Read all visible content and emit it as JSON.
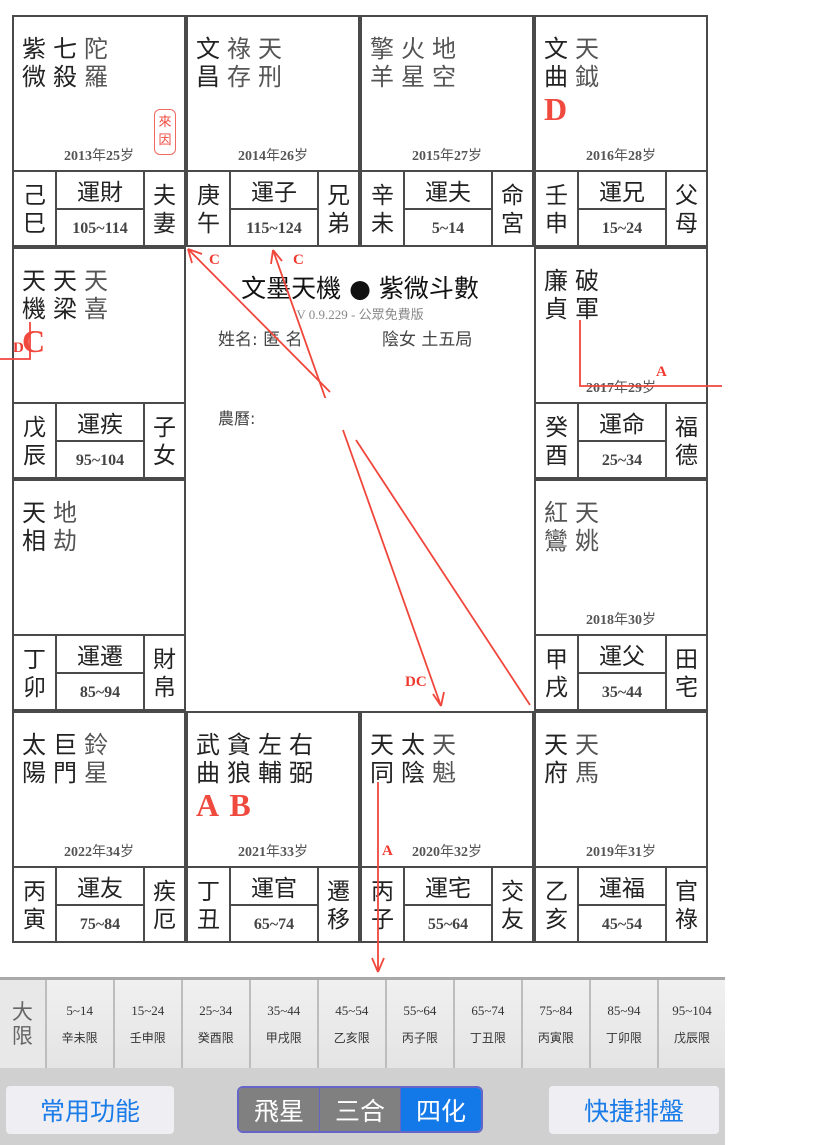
{
  "app": {
    "title": "文墨天機 ● 紫微斗數",
    "version": "V 0.9.229 - ",
    "edition": "公眾免費版",
    "name_label": "姓名: 匿 名",
    "gender_bureau": "陰女 土五局",
    "lunar_label": "農曆:"
  },
  "palaces": {
    "si": {
      "stars_major": [
        [
          "紫",
          "微"
        ],
        [
          "七",
          "殺"
        ]
      ],
      "stars_minor": [
        [
          "陀",
          "羅"
        ]
      ],
      "marks": "",
      "year": "2013",
      "age": "25",
      "stem": [
        "己",
        "巳"
      ],
      "yun": "運財",
      "range": "105~114",
      "palace": [
        "夫",
        "妻"
      ],
      "seal": [
        "來",
        "因"
      ]
    },
    "wu": {
      "stars_major": [
        [
          "文",
          "昌"
        ]
      ],
      "stars_minor": [
        [
          "祿",
          "存"
        ],
        [
          "天",
          "刑"
        ]
      ],
      "marks": "",
      "year": "2014",
      "age": "26",
      "stem": [
        "庚",
        "午"
      ],
      "yun": "運子",
      "range": "115~124",
      "palace": [
        "兄",
        "弟"
      ]
    },
    "wei": {
      "stars_major": [],
      "stars_minor": [
        [
          "擎",
          "羊"
        ],
        [
          "火",
          "星"
        ],
        [
          "地",
          "空"
        ]
      ],
      "marks": "",
      "year": "2015",
      "age": "27",
      "stem": [
        "辛",
        "未"
      ],
      "yun": "運夫",
      "range": "5~14",
      "palace": [
        "命",
        "宮"
      ]
    },
    "shen": {
      "stars_major": [
        [
          "文",
          "曲"
        ]
      ],
      "stars_minor": [
        [
          "天",
          "鉞"
        ]
      ],
      "marks": "D",
      "year": "2016",
      "age": "28",
      "stem": [
        "壬",
        "申"
      ],
      "yun": "運兄",
      "range": "15~24",
      "palace": [
        "父",
        "母"
      ]
    },
    "chen": {
      "stars_major": [
        [
          "天",
          "機"
        ],
        [
          "天",
          "梁"
        ]
      ],
      "stars_minor": [
        [
          "天",
          "喜"
        ]
      ],
      "marks": "C",
      "year": "",
      "age": "",
      "stem": [
        "戊",
        "辰"
      ],
      "yun": "運疾",
      "range": "95~104",
      "palace": [
        "子",
        "女"
      ]
    },
    "you": {
      "stars_major": [
        [
          "廉",
          "貞"
        ],
        [
          "破",
          "軍"
        ]
      ],
      "stars_minor": [],
      "marks": "",
      "year": "2017",
      "age": "29",
      "stem": [
        "癸",
        "酉"
      ],
      "yun": "運命",
      "range": "25~34",
      "palace": [
        "福",
        "德"
      ]
    },
    "mao": {
      "stars_major": [
        [
          "天",
          "相"
        ]
      ],
      "stars_minor": [
        [
          "地",
          "劫"
        ]
      ],
      "marks": "",
      "year": "",
      "age": "",
      "stem": [
        "丁",
        "卯"
      ],
      "yun": "運遷",
      "range": "85~94",
      "palace": [
        "財",
        "帛"
      ]
    },
    "xu": {
      "stars_major": [],
      "stars_minor": [
        [
          "紅",
          "鸞"
        ],
        [
          "天",
          "姚"
        ]
      ],
      "marks": "",
      "year": "2018",
      "age": "30",
      "stem": [
        "甲",
        "戌"
      ],
      "yun": "運父",
      "range": "35~44",
      "palace": [
        "田",
        "宅"
      ]
    },
    "yin": {
      "stars_major": [
        [
          "太",
          "陽"
        ],
        [
          "巨",
          "門"
        ]
      ],
      "stars_minor": [
        [
          "鈴",
          "星"
        ]
      ],
      "marks": "",
      "year": "2022",
      "age": "34",
      "stem": [
        "丙",
        "寅"
      ],
      "yun": "運友",
      "range": "75~84",
      "palace": [
        "疾",
        "厄"
      ]
    },
    "chou": {
      "stars_major": [
        [
          "武",
          "曲"
        ],
        [
          "貪",
          "狼"
        ],
        [
          "左",
          "輔"
        ],
        [
          "右",
          "弼"
        ]
      ],
      "stars_minor": [],
      "marks": "A B",
      "year": "2021",
      "age": "33",
      "stem": [
        "丁",
        "丑"
      ],
      "yun": "運官",
      "range": "65~74",
      "palace": [
        "遷",
        "移"
      ]
    },
    "zi": {
      "stars_major": [
        [
          "天",
          "同"
        ],
        [
          "太",
          "陰"
        ]
      ],
      "stars_minor": [
        [
          "天",
          "魁"
        ]
      ],
      "marks": "",
      "year": "2020",
      "age": "32",
      "stem": [
        "丙",
        "子"
      ],
      "yun": "運宅",
      "range": "55~64",
      "palace": [
        "交",
        "友"
      ]
    },
    "hai": {
      "stars_major": [
        [
          "天",
          "府"
        ]
      ],
      "stars_minor": [
        [
          "天",
          "馬"
        ]
      ],
      "marks": "",
      "year": "2019",
      "age": "31",
      "stem": [
        "乙",
        "亥"
      ],
      "yun": "運福",
      "range": "45~54",
      "palace": [
        "官",
        "祿"
      ]
    }
  },
  "year_suffix": "年",
  "age_suffix": "岁",
  "arrow_labels": {
    "c1": "C",
    "c2": "C",
    "d_left": "D",
    "a_right": "A",
    "dc": "DC",
    "a_bottom": "A"
  },
  "decade_bar": {
    "header": [
      "大",
      "限"
    ],
    "items": [
      {
        "range": "5~14",
        "name": "辛未限"
      },
      {
        "range": "15~24",
        "name": "壬申限"
      },
      {
        "range": "25~34",
        "name": "癸酉限"
      },
      {
        "range": "35~44",
        "name": "甲戌限"
      },
      {
        "range": "45~54",
        "name": "乙亥限"
      },
      {
        "range": "55~64",
        "name": "丙子限"
      },
      {
        "range": "65~74",
        "name": "丁丑限"
      },
      {
        "range": "75~84",
        "name": "丙寅限"
      },
      {
        "range": "85~94",
        "name": "丁卯限"
      },
      {
        "range": "95~104",
        "name": "戊辰限"
      }
    ]
  },
  "toolbar": {
    "common_functions": "常用功能",
    "quick_chart": "快捷排盤",
    "segments": [
      "飛星",
      "三合",
      "四化"
    ],
    "active_segment": 2
  },
  "colors": {
    "accent_blue": "#1479e8",
    "mark_red": "#f04a3e",
    "segment_gray": "#808080",
    "grid": "#4a4a4a"
  }
}
